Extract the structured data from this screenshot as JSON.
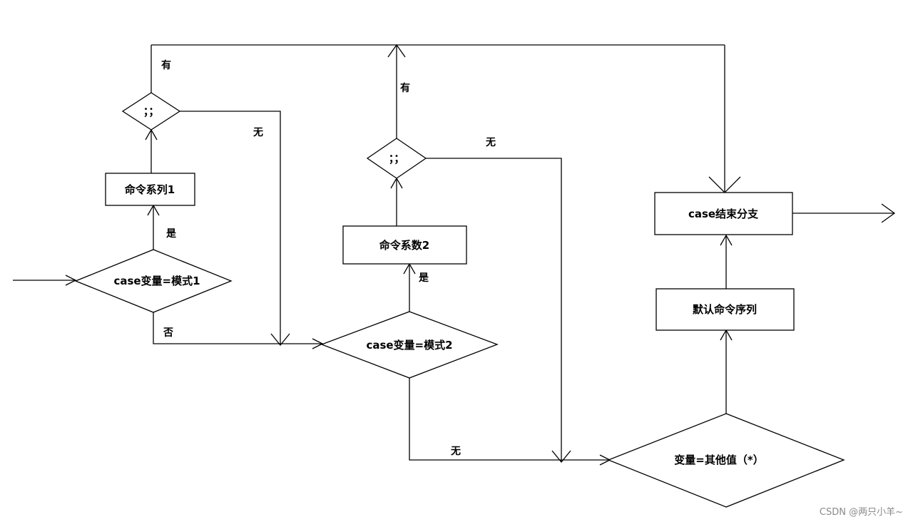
{
  "nodes": {
    "cmd1": "命令系列1",
    "cmd2": "命令系数2",
    "case_end": "case结束分支",
    "default_cmd": "默认命令序列",
    "cond1": "case变量=模式1",
    "cond2": "case变量=模式2",
    "cond_other": "变量=其他值（*）",
    "semi1": "；；",
    "semi2": "；；"
  },
  "edge_labels": {
    "semi1_has": "有",
    "semi1_none": "无",
    "semi2_has": "有",
    "semi2_none": "无",
    "cond1_yes": "是",
    "cond1_no": "否",
    "cond2_yes": "是",
    "cond2_none": "无"
  },
  "watermark": "CSDN @两只小羊~"
}
